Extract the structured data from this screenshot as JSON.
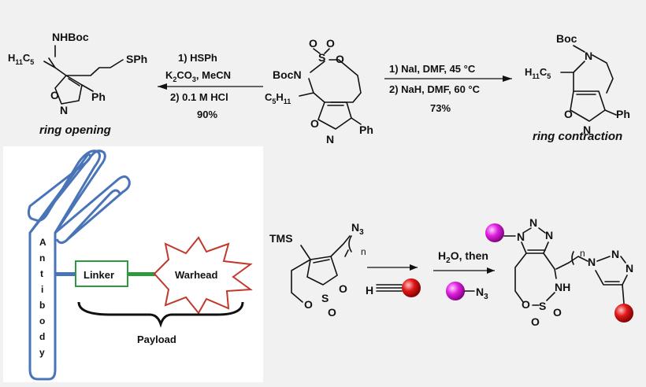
{
  "top_scheme": {
    "left_product": {
      "nhboc": "NHBoc",
      "c5h11_main": "H",
      "c5h11_sub1": "11",
      "c5h11_mid": "C",
      "c5h11_sub2": "5",
      "sph": "SPh",
      "ring_o": "O",
      "ring_n": "N",
      "ph": "Ph",
      "caption": "ring opening"
    },
    "left_conditions": {
      "line1": "1) HSPh",
      "line2_k": "K",
      "line2_sub": "2",
      "line2_co": "CO",
      "line2_sub2": "3",
      "line2_rest": ", MeCN",
      "line3": "2) 0.1 M HCl",
      "yield": "90%"
    },
    "center_reactant": {
      "o_top1": "O",
      "o_top2": "O",
      "s": "S",
      "o_ring": "O",
      "boc_n": "BocN",
      "c5_main": "C",
      "c5_sub1": "5",
      "c5_h": "H",
      "c5_sub2": "11",
      "ring_o": "O",
      "ring_n": "N",
      "ph": "Ph"
    },
    "right_conditions": {
      "line1": "1) NaI, DMF, 45 °C",
      "line2": "2) NaH, DMF, 60 °C",
      "yield": "73%"
    },
    "right_product": {
      "boc": "Boc",
      "n": "N",
      "h_main": "H",
      "h_sub": "11",
      "c_main": "C",
      "c_sub": "5",
      "ring_o": "O",
      "ring_n": "N",
      "ph": "Ph",
      "caption": "ring contraction"
    }
  },
  "adc_diagram": {
    "antibody_letters": [
      "A",
      "n",
      "t",
      "i",
      "b",
      "o",
      "d",
      "y"
    ],
    "linker_label": "Linker",
    "warhead_label": "Warhead",
    "payload_label": "Payload",
    "colors": {
      "antibody_outline": "#4a74b8",
      "linker_box": "#2e9a3e",
      "warhead_outline": "#c0392b",
      "panel_background": "#ffffff"
    }
  },
  "bottom_scheme": {
    "reactant": {
      "tms": "TMS",
      "n3_main": "N",
      "n3_sub": "3",
      "n_sub": "n",
      "o": "O",
      "s": "S",
      "o_dbl1": "O",
      "o_dbl2": "O",
      "alkyne_h": "H"
    },
    "conditions": {
      "h": "H",
      "h_sub": "2",
      "o_then": "O, then",
      "azide_main": "N",
      "azide_sub": "3"
    },
    "product": {
      "n1": "N",
      "n2": "N",
      "n3": "N",
      "o": "O",
      "s": "S",
      "nh": "NH",
      "o_dbl1": "O",
      "o_dbl2": "O",
      "n_sub": "n",
      "tri_n1": "N",
      "tri_n2": "N",
      "tri_n3": "N"
    },
    "colors": {
      "magenta_sphere": "#e020e0",
      "red_sphere": "#e01818"
    }
  }
}
